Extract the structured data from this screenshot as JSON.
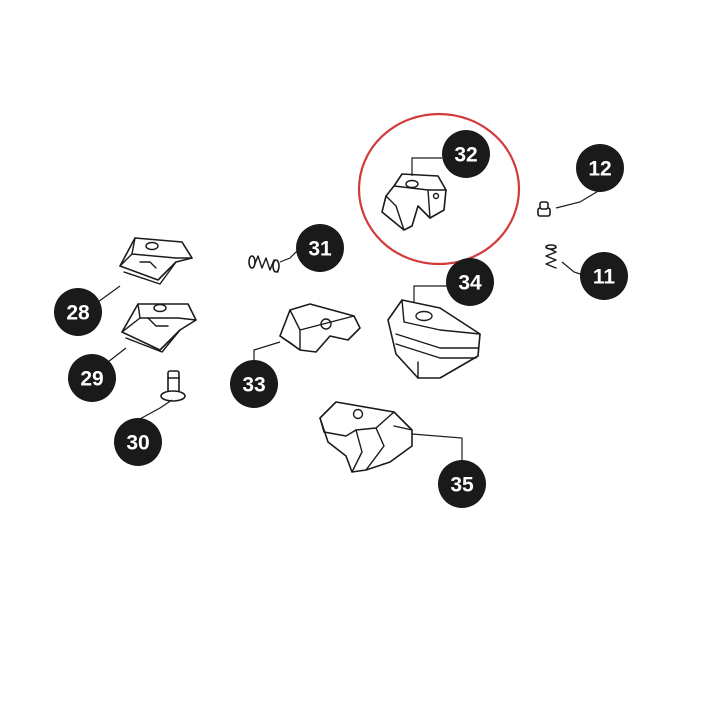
{
  "diagram": {
    "highlight_color": "#d33a3a",
    "badge_color": "#1a1a1a",
    "highlighted_part": "32",
    "callouts": [
      {
        "id": "p28",
        "label": "28"
      },
      {
        "id": "p29",
        "label": "29"
      },
      {
        "id": "p30",
        "label": "30"
      },
      {
        "id": "p31",
        "label": "31"
      },
      {
        "id": "p32",
        "label": "32"
      },
      {
        "id": "p33",
        "label": "33"
      },
      {
        "id": "p34",
        "label": "34"
      },
      {
        "id": "p35",
        "label": "35"
      },
      {
        "id": "p11",
        "label": "11"
      },
      {
        "id": "p12",
        "label": "12"
      }
    ]
  }
}
